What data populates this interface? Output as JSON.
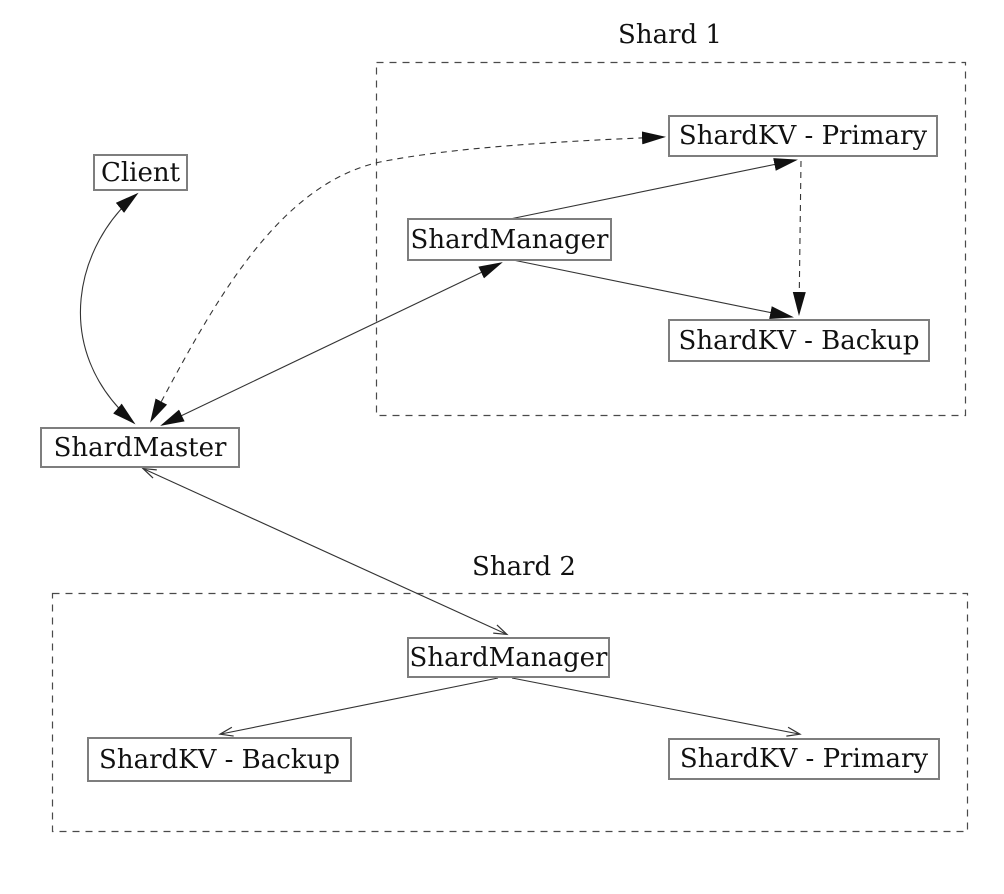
{
  "diagram": {
    "groups": [
      {
        "id": "shard1",
        "label": "Shard 1"
      },
      {
        "id": "shard2",
        "label": "Shard 2"
      }
    ],
    "nodes": {
      "client": {
        "label": "Client"
      },
      "shardmaster": {
        "label": "ShardMaster"
      },
      "shard1_manager": {
        "label": "ShardManager"
      },
      "shard1_primary": {
        "label": "ShardKV - Primary"
      },
      "shard1_backup": {
        "label": "ShardKV - Backup"
      },
      "shard2_manager": {
        "label": "ShardManager"
      },
      "shard2_backup": {
        "label": "ShardKV - Backup"
      },
      "shard2_primary": {
        "label": "ShardKV - Primary"
      }
    },
    "edges": [
      {
        "from": "shardmaster",
        "to": "client",
        "line": "solid",
        "shape": "curved",
        "bidirectional": true,
        "arrowhead": "filled"
      },
      {
        "from": "shardmaster",
        "to": "shard1_primary",
        "line": "dashed",
        "shape": "curved",
        "bidirectional": true,
        "arrowhead": "filled"
      },
      {
        "from": "shardmaster",
        "to": "shard1_manager",
        "line": "solid",
        "shape": "straight",
        "bidirectional": true,
        "arrowhead": "filled"
      },
      {
        "from": "shard1_manager",
        "to": "shard1_primary",
        "line": "solid",
        "shape": "straight",
        "bidirectional": false,
        "arrowhead": "filled"
      },
      {
        "from": "shard1_manager",
        "to": "shard1_backup",
        "line": "solid",
        "shape": "straight",
        "bidirectional": false,
        "arrowhead": "filled"
      },
      {
        "from": "shard1_primary",
        "to": "shard1_backup",
        "line": "dashed",
        "shape": "straight",
        "bidirectional": false,
        "arrowhead": "filled"
      },
      {
        "from": "shardmaster",
        "to": "shard2_manager",
        "line": "solid",
        "shape": "straight",
        "bidirectional": true,
        "arrowhead": "stick"
      },
      {
        "from": "shard2_manager",
        "to": "shard2_backup",
        "line": "solid",
        "shape": "straight",
        "bidirectional": false,
        "arrowhead": "stick"
      },
      {
        "from": "shard2_manager",
        "to": "shard2_primary",
        "line": "solid",
        "shape": "straight",
        "bidirectional": false,
        "arrowhead": "stick"
      }
    ],
    "colors": {
      "background": "#ffffff",
      "box_border": "#7e7e7e",
      "box_fill": "#ffffff",
      "text": "#111111",
      "line": "#333333",
      "group_border": "#4a4a4a"
    }
  }
}
